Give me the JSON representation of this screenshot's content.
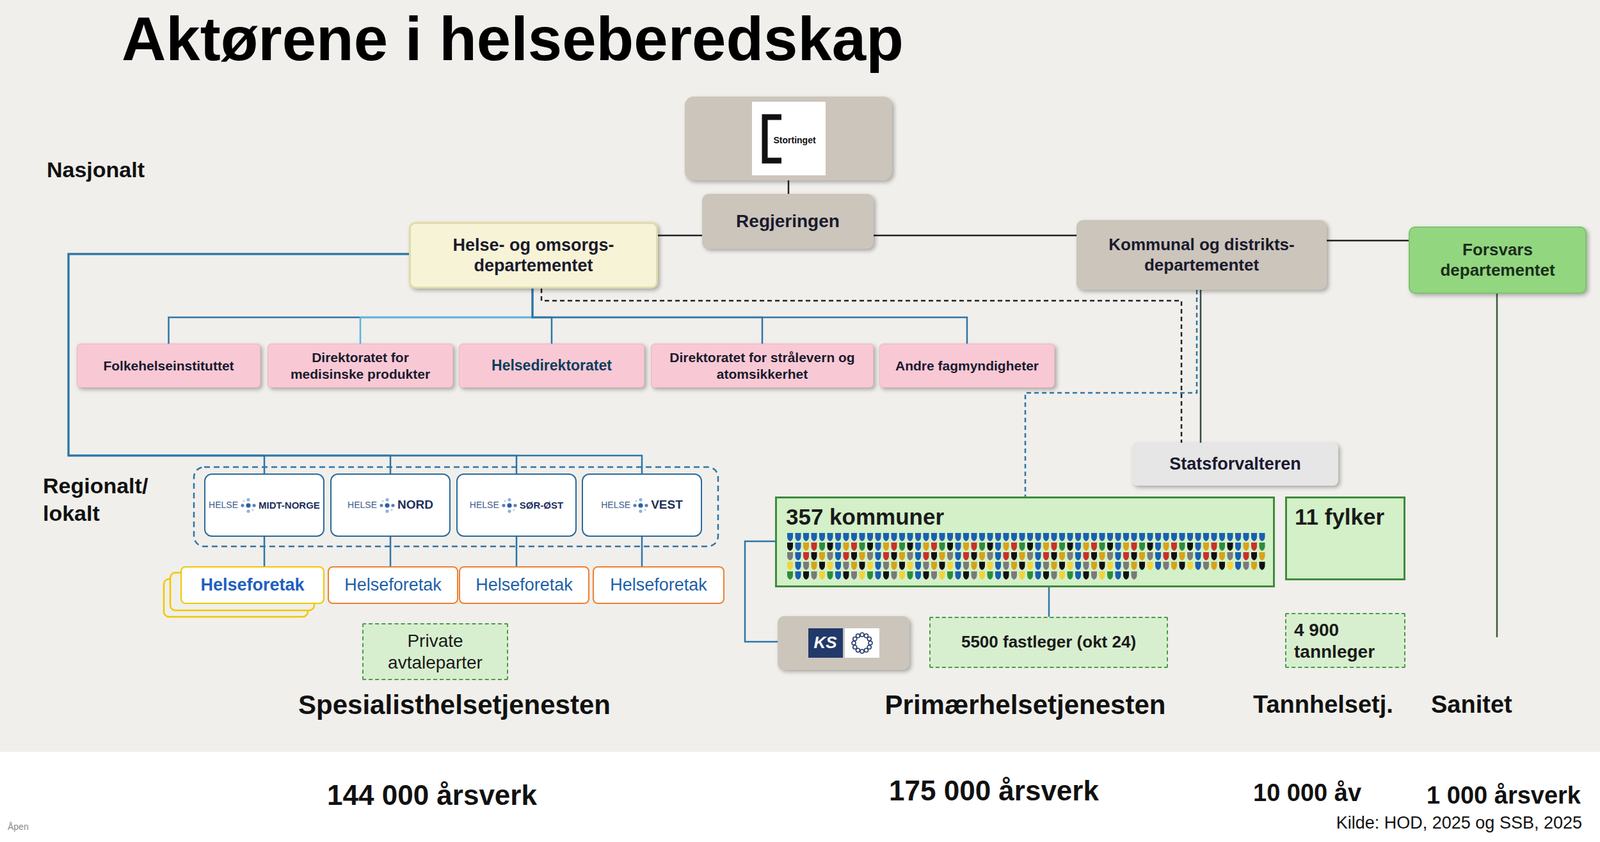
{
  "diagram": {
    "title": "Aktørene i helseberedskap",
    "nodes": [
      {
        "text": [
          "Stortinget"
        ]
      },
      {
        "text": [
          "Regjeringen"
        ]
      },
      {
        "text": [
          "Helse- og omsorgs- departementet"
        ]
      },
      {
        "text": [
          "Kommunal og distrikts- departementet"
        ]
      },
      {
        "text": [
          "Forsvars departementet"
        ]
      },
      {
        "text": [
          "Folkehelseinstituttet"
        ]
      },
      {
        "text": [
          "Direktoratet for medisinske produkter"
        ]
      },
      {
        "text": [
          "Helsedirektoratet"
        ]
      },
      {
        "text": [
          "Direktoratet for strålevern og atomsikkerhet"
        ]
      },
      {
        "text": [
          "Andre fagmyndigheter"
        ]
      },
      {
        "text": [
          "Statsforvalteren"
        ]
      },
      {
        "text": [
          "HELSE",
          "MIDT-NORGE"
        ]
      },
      {
        "text": [
          "HELSE",
          "NORD"
        ]
      },
      {
        "text": [
          "HELSE",
          "SØR-ØST"
        ]
      },
      {
        "text": [
          "HELSE",
          "VEST"
        ]
      },
      {
        "text": [
          "Helseforetak"
        ]
      },
      {
        "text": [
          "Helseforetak"
        ]
      },
      {
        "text": [
          "Helseforetak"
        ]
      },
      {
        "text": [
          "Helseforetak"
        ]
      },
      {
        "text": [
          "Private avtaleparter"
        ]
      },
      {
        "text": [
          "357 kommuner"
        ]
      },
      {
        "text": [
          "11 fylker"
        ]
      },
      {
        "text": [
          "KS"
        ]
      },
      {
        "text": [
          "5500 fastleger (okt 24)"
        ]
      },
      {
        "text": [
          "4 900 tannleger"
        ]
      }
    ],
    "edges": [
      {
        "from": 0,
        "to": 1,
        "arrow": "none"
      },
      {
        "from": 1,
        "to": 2,
        "arrow": "none"
      },
      {
        "from": 1,
        "to": 3,
        "arrow": "none"
      },
      {
        "from": 3,
        "to": 4,
        "arrow": "none"
      },
      {
        "from": 2,
        "to": 5,
        "arrow": "none"
      },
      {
        "from": 2,
        "to": 6,
        "arrow": "none"
      },
      {
        "from": 2,
        "to": 7,
        "arrow": "none"
      },
      {
        "from": 2,
        "to": 8,
        "arrow": "none"
      },
      {
        "from": 2,
        "to": 9,
        "arrow": "none"
      },
      {
        "from": 2,
        "to": 11,
        "arrow": "none"
      },
      {
        "from": 2,
        "to": 12,
        "arrow": "none"
      },
      {
        "from": 2,
        "to": 13,
        "arrow": "none"
      },
      {
        "from": 2,
        "to": 14,
        "arrow": "none"
      },
      {
        "from": 2,
        "to": 10,
        "arrow": "none"
      },
      {
        "from": 3,
        "to": 10,
        "arrow": "none"
      },
      {
        "from": 3,
        "to": 20,
        "arrow": "none"
      },
      {
        "from": 11,
        "to": 15,
        "arrow": "none"
      },
      {
        "from": 12,
        "to": 16,
        "arrow": "none"
      },
      {
        "from": 13,
        "to": 17,
        "arrow": "none"
      },
      {
        "from": 14,
        "to": 18,
        "arrow": "none"
      },
      {
        "from": 20,
        "to": 22,
        "arrow": "none"
      },
      {
        "from": 20,
        "to": 23,
        "arrow": "none"
      }
    ],
    "labels": [
      "Nasjonalt",
      "Regionalt/ lokalt",
      "Spesialisthelsetjenesten",
      "Primærhelsetjenesten",
      "Tannhelsetj.",
      "Sanitet",
      "144 000 årsverk",
      "175 000 årsverk",
      "10 000 åv",
      "1 000 årsverk",
      "Kilde: HOD, 2025 og SSB, 2025",
      "Åpen"
    ]
  }
}
